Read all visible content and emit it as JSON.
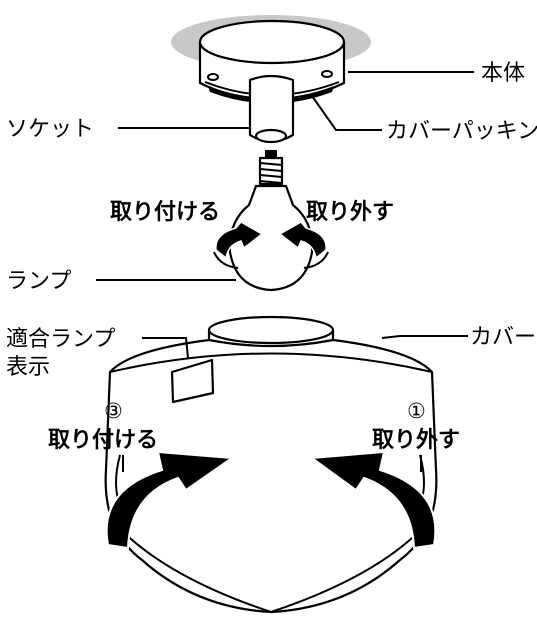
{
  "labels": {
    "main_body": "本体",
    "socket": "ソケット",
    "cover_packing": "カバーパッキン",
    "attach_upper": "取り付ける",
    "remove_upper": "取り外す",
    "lamp": "ランプ",
    "compatible_lamp_line1": "適合ランプ",
    "compatible_lamp_line2": "表示",
    "cover": "カバー",
    "step_attach": "③",
    "step_remove": "①",
    "attach_lower": "取り付ける",
    "remove_lower": "取り外す"
  },
  "colors": {
    "ceiling_shadow": "#c8c8c8",
    "line": "#000000",
    "arrow": "#000000",
    "background": "#ffffff"
  },
  "icons": {
    "upper_left_arrow": "rotate-arrow-icon",
    "upper_right_arrow": "rotate-arrow-icon",
    "lower_left_arrow": "rotate-arrow-icon",
    "lower_right_arrow": "rotate-arrow-icon"
  }
}
